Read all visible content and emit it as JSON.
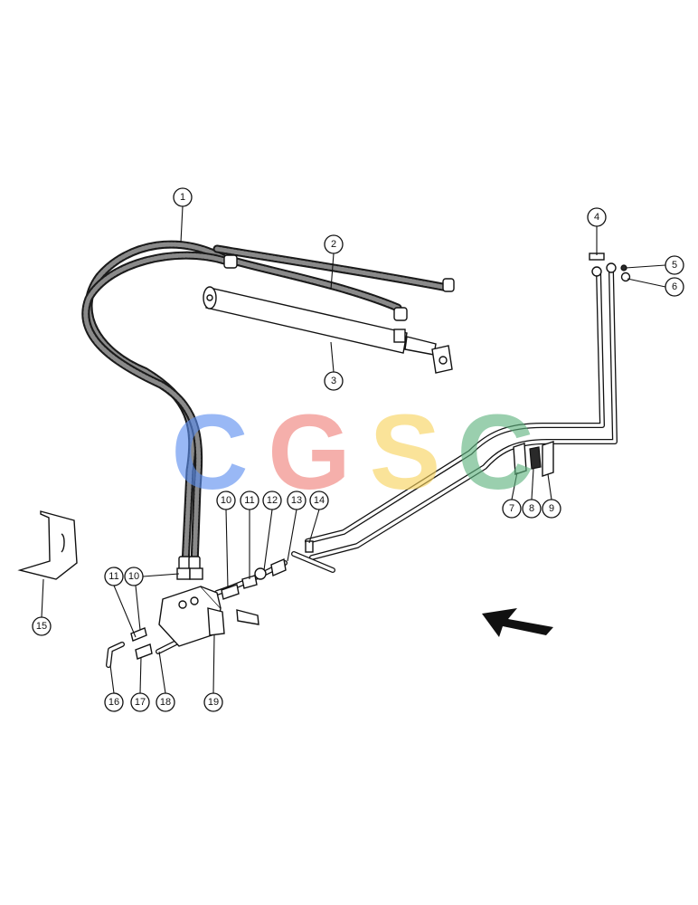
{
  "callouts": {
    "c1": "1",
    "c2": "2",
    "c3": "3",
    "c4": "4",
    "c5": "5",
    "c6": "6",
    "c7": "7",
    "c8": "8",
    "c9": "9",
    "c10a": "10",
    "c10b": "10",
    "c11a": "11",
    "c11b": "11",
    "c12": "12",
    "c13": "13",
    "c14": "14",
    "c15": "15",
    "c16": "16",
    "c17": "17",
    "c18": "18",
    "c19": "19"
  },
  "watermark": {
    "letters": [
      "C",
      "G",
      "S",
      "C"
    ],
    "colors": [
      "#5b8ef0",
      "#ef7f78",
      "#f7d25c",
      "#5db37e"
    ]
  },
  "colors": {
    "line": "#111111",
    "background": "#ffffff"
  }
}
